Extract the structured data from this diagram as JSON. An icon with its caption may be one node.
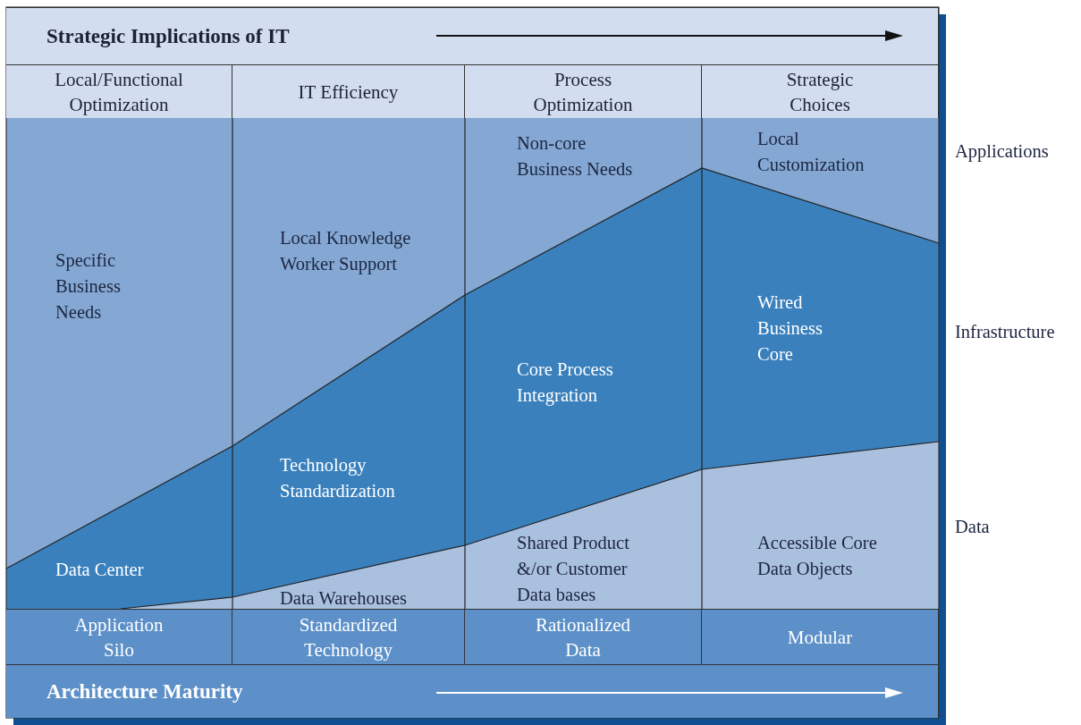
{
  "diagram": {
    "nodes": [
      {
        "text": [
          "Strategic Implications of IT"
        ]
      },
      {
        "text": [
          "Local/Functional Optimization"
        ]
      },
      {
        "text": [
          "IT Efficiency"
        ]
      },
      {
        "text": [
          "Process Optimization"
        ]
      },
      {
        "text": [
          "Strategic Choices"
        ]
      },
      {
        "text": [
          "Application Silo"
        ]
      },
      {
        "text": [
          "Standardized Technology"
        ]
      },
      {
        "text": [
          "Rationalized Data"
        ]
      },
      {
        "text": [
          "Modular"
        ]
      },
      {
        "text": [
          "Architecture Maturity"
        ]
      }
    ],
    "labels": [
      "Non-core Business Needs",
      "Local Customization",
      "Applications",
      "Local Knowledge Worker Support",
      "Specific Business Needs",
      "Wired Business Core",
      "Infrastructure",
      "Core Process Integration",
      "Technology Standardization",
      "Data",
      "Shared Product &/or Customer Data bases",
      "Accessible Core Data Objects",
      "Data Center",
      "Data Warehouses"
    ]
  }
}
